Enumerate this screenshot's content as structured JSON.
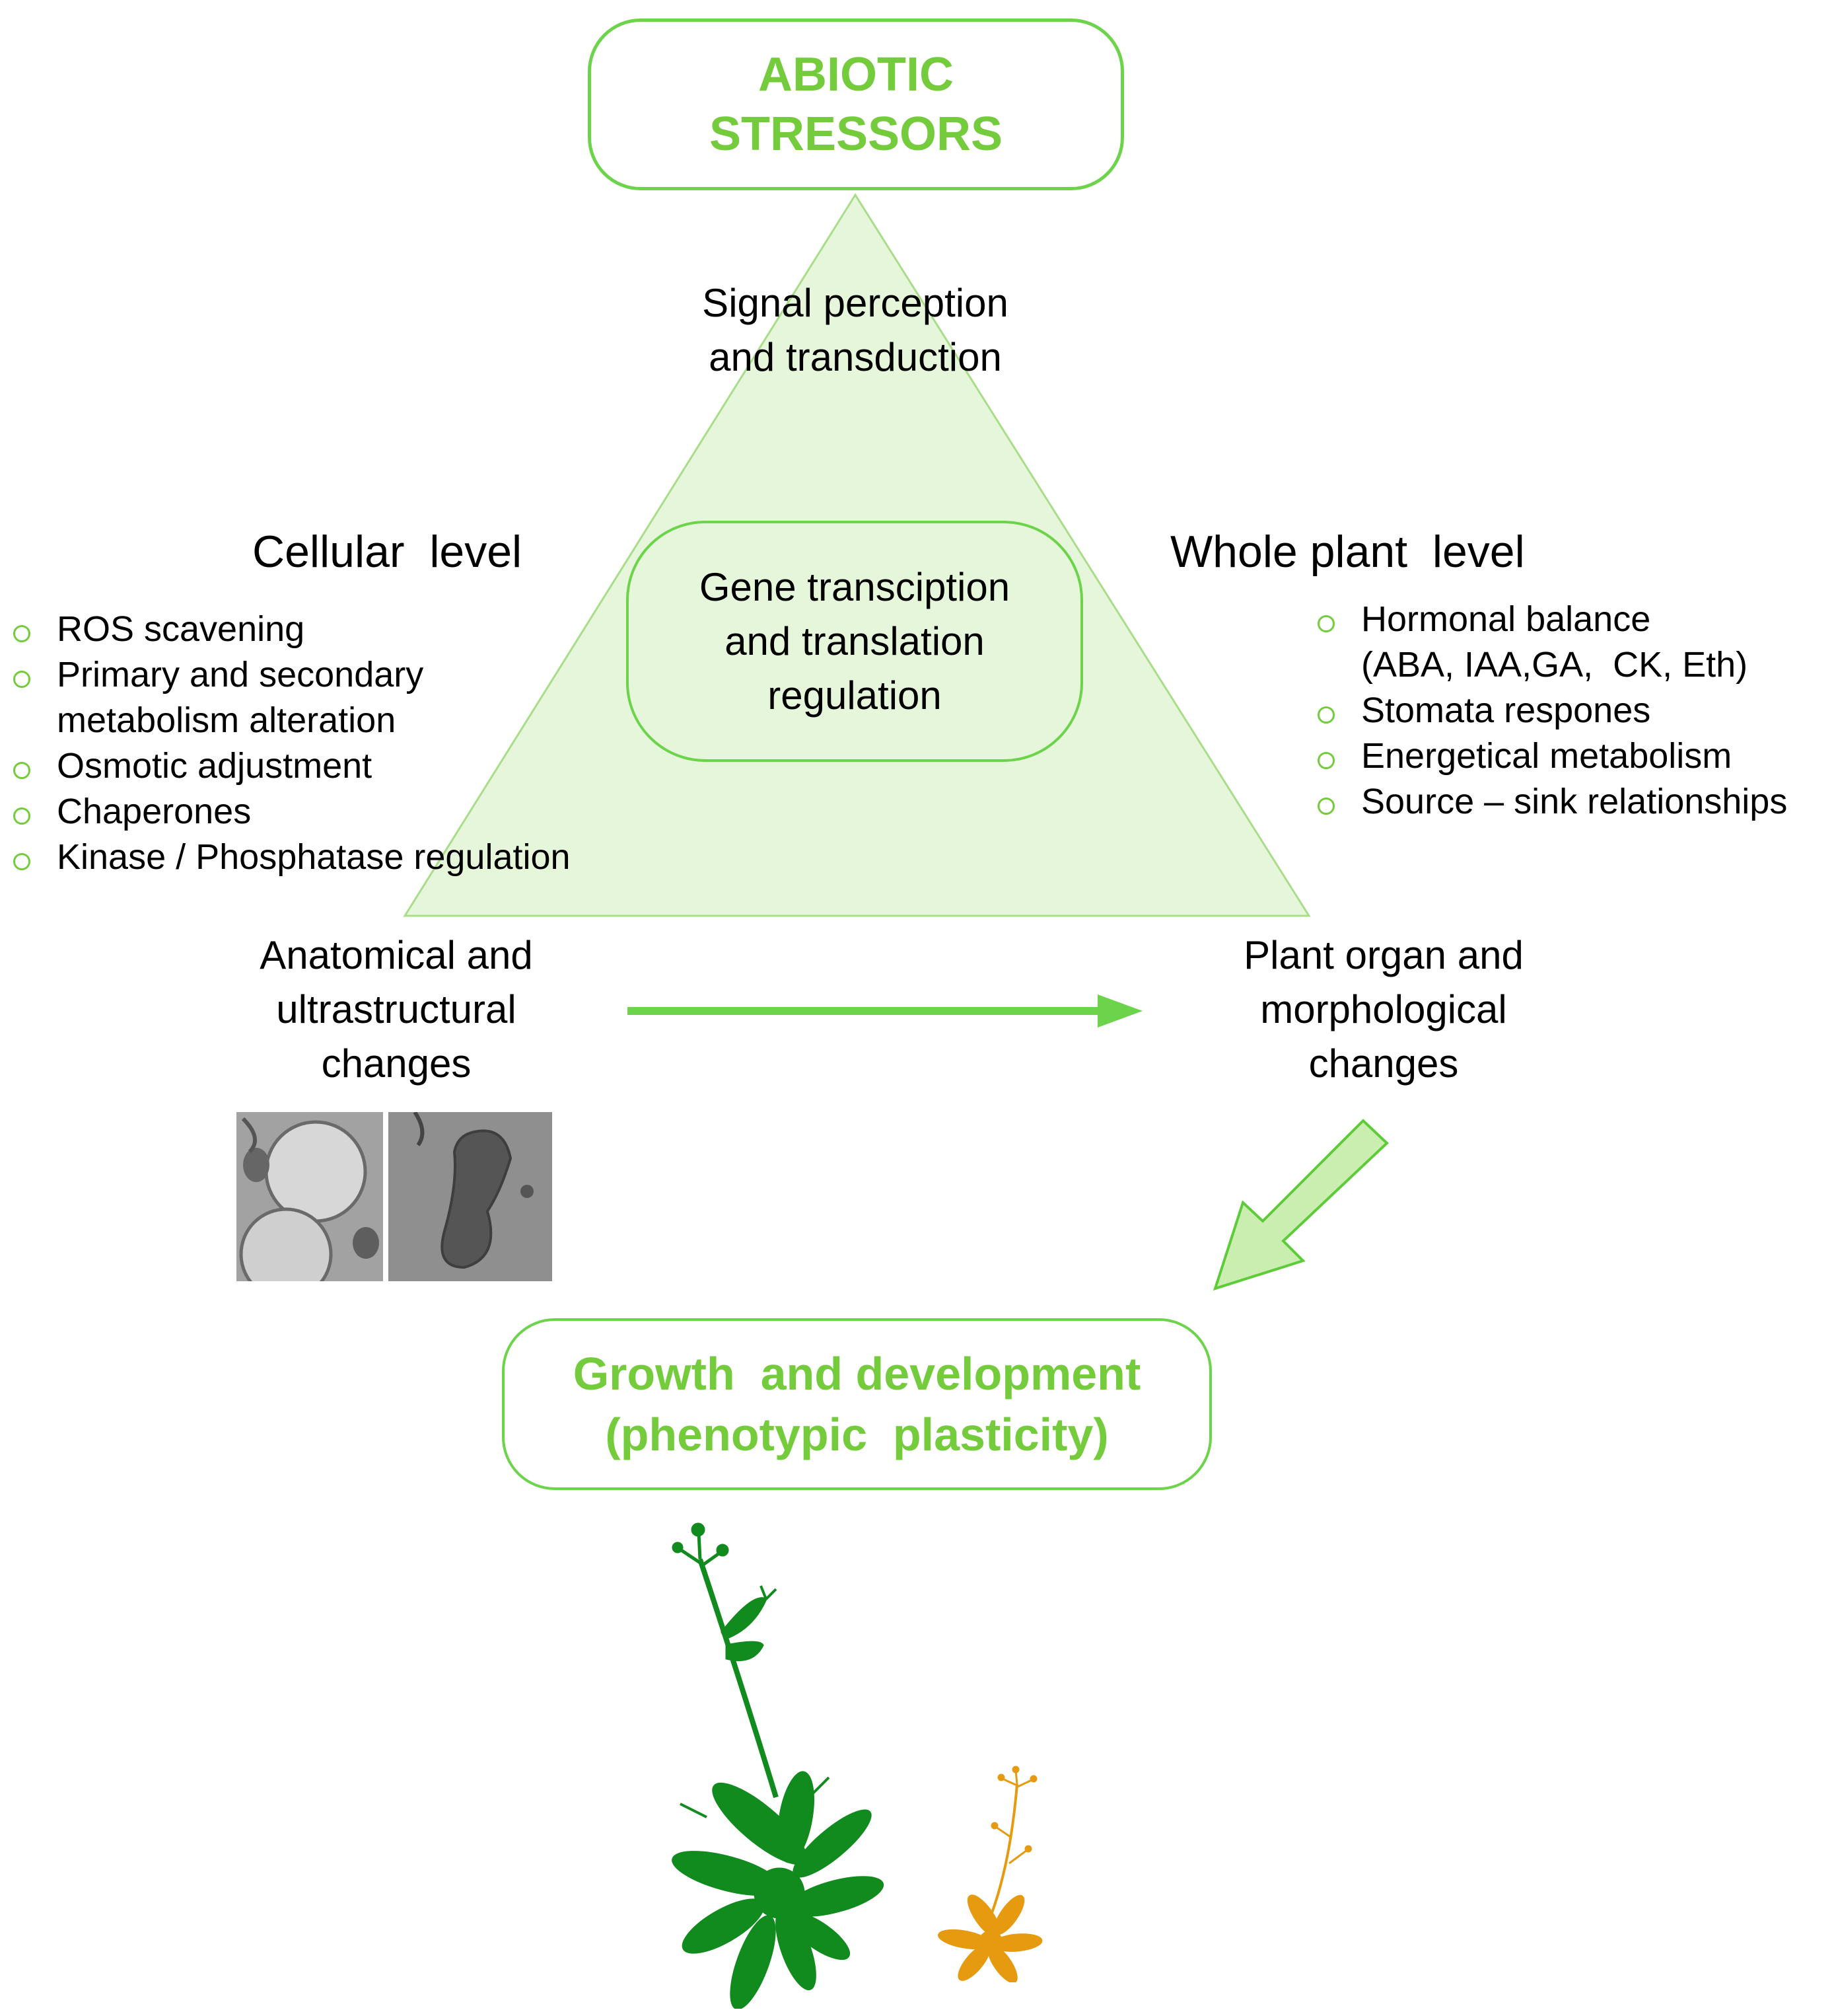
{
  "top_box": {
    "line1": "ABIOTIC",
    "line2": "STRESSORS"
  },
  "signal": {
    "line1": "Signal perception",
    "line2": "and transduction"
  },
  "gene_box": {
    "line1": "Gene transciption",
    "line2": "and translation",
    "line3": "regulation"
  },
  "cellular": {
    "title": "Cellular  level",
    "items": [
      {
        "text": "ROS scavening"
      },
      {
        "text": "Primary and secondary",
        "cont": "metabolism alteration"
      },
      {
        "text": "Osmotic adjustment"
      },
      {
        "text": "Chaperones"
      },
      {
        "text": "Kinase / Phosphatase regulation"
      }
    ]
  },
  "whole_plant": {
    "title": "Whole plant  level",
    "items": [
      {
        "text": "Hormonal balance",
        "cont": "(ABA, IAA,GA,  CK, Eth)"
      },
      {
        "text": "Stomata respones"
      },
      {
        "text": "Energetical metabolism"
      },
      {
        "text": "Source – sink relationships"
      }
    ]
  },
  "anatomical": {
    "line1": "Anatomical and",
    "line2": "ultrastructural",
    "line3": "changes"
  },
  "organ": {
    "line1": "Plant organ and",
    "line2": "morphological",
    "line3": "changes"
  },
  "bottom_box": {
    "line1": "Growth  and development",
    "line2": "(phenotypic  plasticity)"
  },
  "colors": {
    "accent_green": "#6cd44a",
    "text_green": "#74cc3c",
    "triangle_fill": "#e6f6da",
    "large_plant": "#118a1e",
    "small_plant": "#e69a10"
  }
}
